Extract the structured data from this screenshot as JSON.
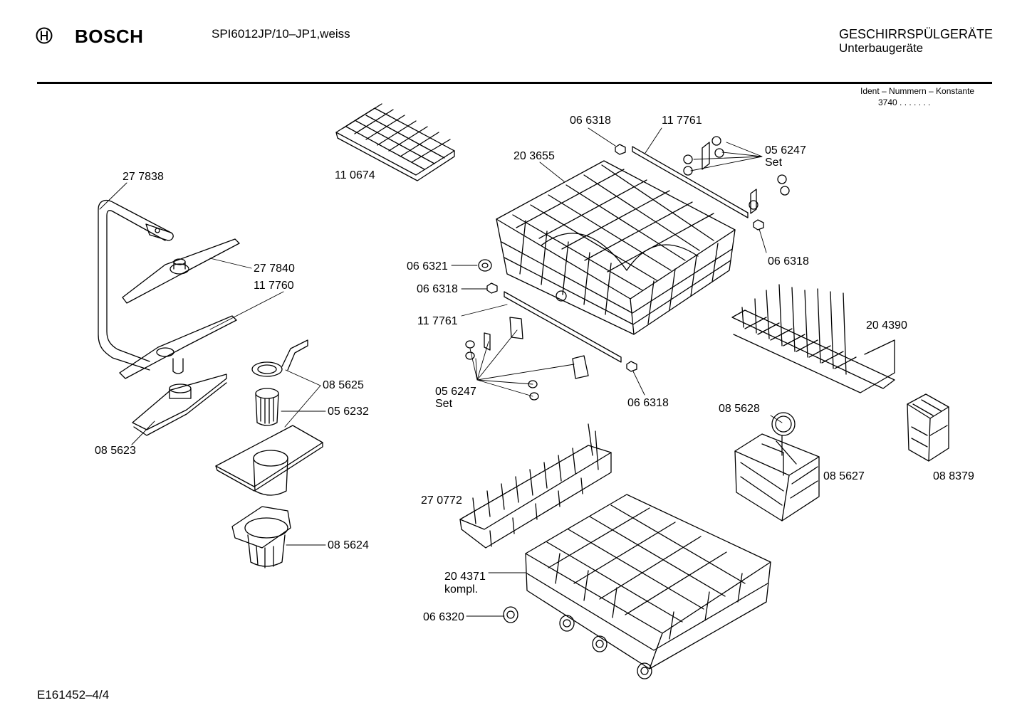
{
  "header": {
    "brand": "BOSCH",
    "model": "SPI6012JP/10–JP1,weiss",
    "category_line1": "GESCHIRRSPÜLGERÄTE",
    "category_line2": "Unterbaugeräte",
    "ident_line1": "Ident – Nummern – Konstante",
    "ident_line2": "3740 .  .  .   .  .  .  ."
  },
  "footer": {
    "doc_id": "E161452–4/4"
  },
  "part_labels": {
    "p277838": "27 7838",
    "p277840": "27 7840",
    "p117760": "11 7760",
    "p085623": "08 5623",
    "p085625": "08 5625",
    "p056232": "05 6232",
    "p085624": "08 5624",
    "p110674": "11 0674",
    "p066318_top": "06 6318",
    "p117761_top": "11 7761",
    "p203655": "20 3655",
    "p056247_top": "05 6247",
    "set_top": "Set",
    "p066318_right": "06 6318",
    "p066321": "06 6321",
    "p066318_left": "06 6318",
    "p117761_left": "11 7761",
    "p056247_left": "05 6247",
    "set_left": "Set",
    "p066318_low": "06 6318",
    "p204390": "20 4390",
    "p085628": "08 5628",
    "p085627": "08 5627",
    "p088379": "08 8379",
    "p270772": "27 0772",
    "p204371": "20 4371",
    "kompl": "kompl.",
    "p066320": "06 6320"
  }
}
